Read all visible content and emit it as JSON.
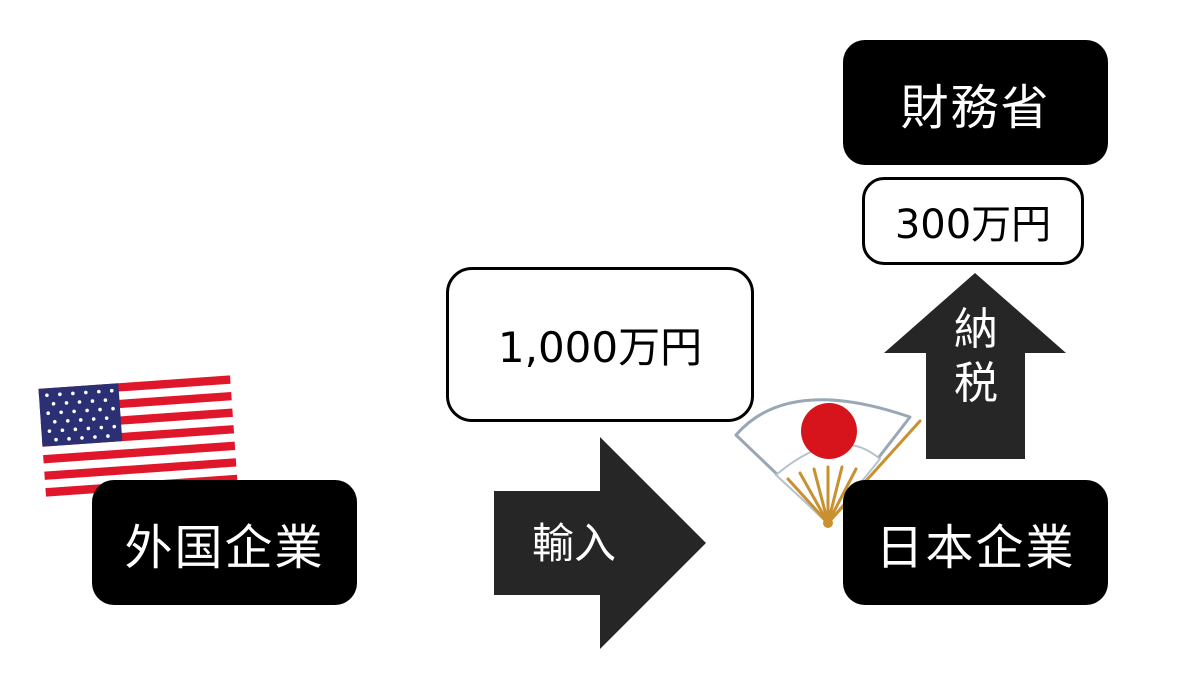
{
  "nodes": {
    "foreign_company": "外国企業",
    "japanese_company": "日本企業",
    "ministry": "財務省"
  },
  "amounts": {
    "import_amount": "1,000万円",
    "tax_amount": "300万円"
  },
  "arrows": {
    "import_label": "輸入",
    "tax_char_1": "納",
    "tax_char_2": "税"
  },
  "icons": {
    "flag": "us-flag-icon",
    "fan": "japanese-fan-icon"
  },
  "colors": {
    "box_fill": "#000000",
    "arrow_fill": "#262626",
    "flag_red": "#E0162B",
    "flag_blue": "#2B2F73",
    "fan_sun": "#D7141B",
    "fan_ribs": "#C8902F"
  }
}
